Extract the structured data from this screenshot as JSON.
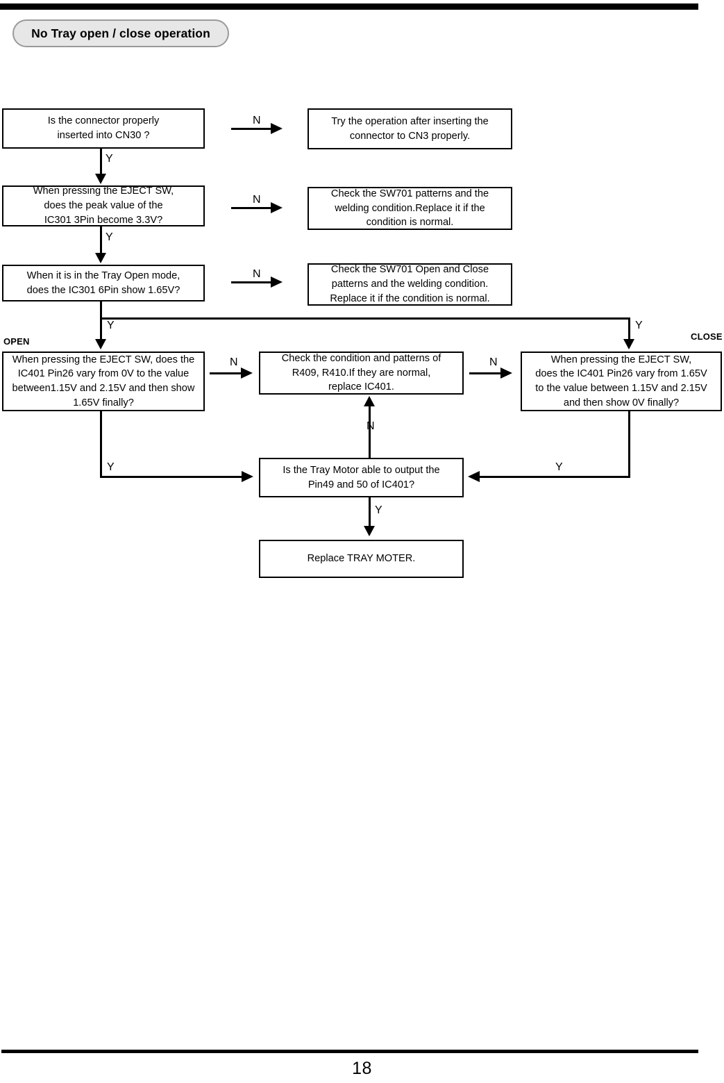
{
  "page": {
    "number": "18",
    "title": "No Tray open / close operation"
  },
  "flow": {
    "boxes": {
      "q1": "Is the connector properly\ninserted into CN30 ?",
      "a1": "Try the operation after inserting the\nconnector to CN3 properly.",
      "q2": "When pressing the EJECT SW,\ndoes the peak value of the\nIC301 3Pin become 3.3V?",
      "a2": "Check the SW701 patterns and the\nwelding condition.Replace it if the\ncondition is normal.",
      "q3": "When it is in the Tray Open mode,\ndoes the IC301 6Pin show 1.65V?",
      "a3": "Check the SW701 Open and Close\npatterns and the welding condition.\nReplace it if the condition is normal.",
      "open_branch": "When pressing the EJECT SW, does the\nIC401 Pin26 vary from 0V to the value\nbetween1.15V and 2.15V and then show\n1.65V finally?",
      "check_ic401": "Check the condition and patterns of\nR409, R410.If they are normal,\nreplace IC401.",
      "close_branch": "When pressing the EJECT SW,\ndoes the IC401 Pin26 vary from 1.65V\nto the value between 1.15V and 2.15V\nand then show 0V finally?",
      "tray_motor": "Is the Tray Motor able to output the\nPin49 and 50 of IC401?",
      "replace_motor": "Replace TRAY MOTER."
    },
    "captions": {
      "open": "OPEN",
      "close": "CLOSE"
    },
    "branch_labels": {
      "n1": "N",
      "y1": "Y",
      "n2": "N",
      "y2": "Y",
      "n3": "N",
      "y3": "Y",
      "y_split_left": "Y",
      "y_split_right": "Y",
      "n_open_to_check": "N",
      "n_close_to_check": "N",
      "n_motor_to_check": "N",
      "y_open_to_motor": "Y",
      "y_close_to_motor": "Y",
      "y_motor_to_replace": "Y"
    }
  },
  "colors": {
    "line": "#000000",
    "pill_fill": "#e7e7e7",
    "pill_border": "#9a9a9a",
    "background": "#ffffff"
  }
}
